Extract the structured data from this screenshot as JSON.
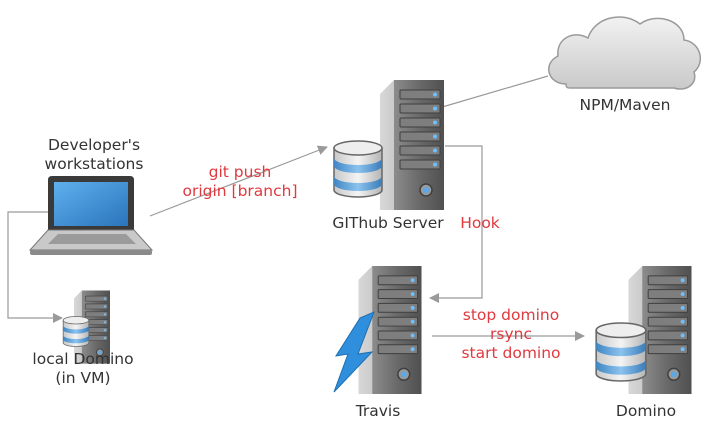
{
  "nodes": {
    "developer": {
      "label_line1": "Developer's",
      "label_line2": "workstations"
    },
    "github": {
      "label": "GIThub Server"
    },
    "npm": {
      "label": "NPM/Maven"
    },
    "local_domino": {
      "label_line1": "local Domino",
      "label_line2": "(in VM)"
    },
    "travis": {
      "label": "Travis"
    },
    "domino": {
      "label": "Domino"
    }
  },
  "edges": {
    "push": {
      "line1": "git push",
      "line2": "origin [branch]"
    },
    "hook": {
      "label": "Hook"
    },
    "deploy": {
      "line1": "stop domino",
      "line2": "rsync",
      "line3": "start domino"
    }
  },
  "colors": {
    "edge_label": "#e0393e",
    "arrow": "#9a9a9a",
    "server_dark": "#5b5b5b",
    "server_light": "#a9a9a9",
    "db_band": "#5aa0d8",
    "bolt": "#2f8fdc",
    "laptop_screen": "#3f90d8"
  }
}
